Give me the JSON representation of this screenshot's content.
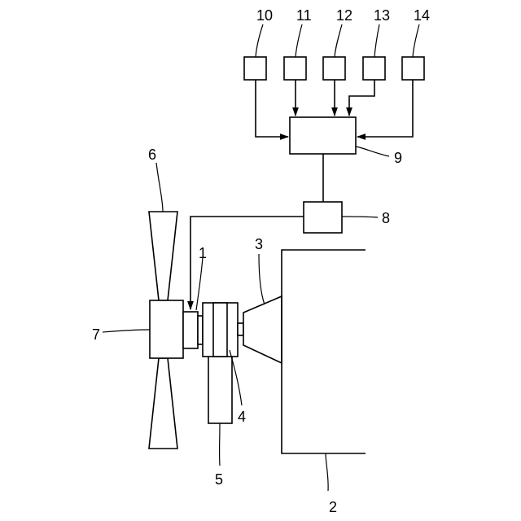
{
  "labels": {
    "fan_clutch": "1",
    "engine": "2",
    "pulley_hub": "3",
    "pulley": "4",
    "belt": "5",
    "fan": "6",
    "fan_hub": "7",
    "driver": "8",
    "controller": "9",
    "sensor_10": "10",
    "sensor_11": "11",
    "sensor_12": "12",
    "sensor_13": "13",
    "sensor_14": "14"
  }
}
